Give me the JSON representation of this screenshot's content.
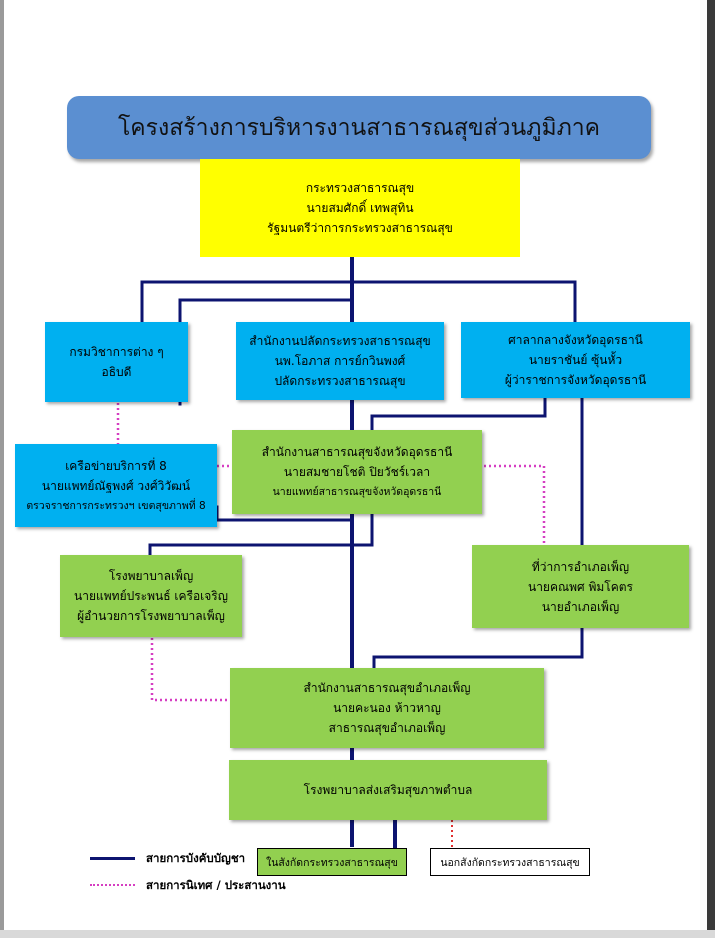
{
  "title": "โครงสร้างการบริหารงานสาธารณสุขส่วนภูมิภาค",
  "ministry": {
    "name": "กระทรวงสาธารณสุข",
    "person": "นายสมศักดิ์  เทพสุทิน",
    "position": "รัฐมนตรีว่าการกระทรวงสาธารณสุข"
  },
  "departments": {
    "line1": "กรมวิชาการต่าง ๆ",
    "line2": "อธิบดี"
  },
  "permanent_secretary": {
    "name": "สำนักงานปลัดกระทรวงสาธารณสุข",
    "person": "นพ.โอภาส การย์กวินพงศ์",
    "position": "ปลัดกระทรวงสาธารณสุข"
  },
  "provincial_hall": {
    "name": "ศาลากลางจังหวัดอุดรธานี",
    "person": "นายราชันย์ ซุ้นหั้ว",
    "position": "ผู้ว่าราชการจังหวัดอุดรธานี"
  },
  "health_network": {
    "name": "เครือข่ายบริการที่ 8",
    "person": "นายแพทย์ณัฐพงศ์ วงศ์วิวัฒน์",
    "position": "ตรวจราชการกระทรวงฯ เขตสุขภาพที่ 8"
  },
  "provincial_health_office": {
    "name": "สำนักงานสาธารณสุขจังหวัดอุดรธานี",
    "person": "นายสมชายโชติ  ปิยวัชร์เวลา",
    "position": "นายแพทย์สาธารณสุขจังหวัดอุดรธานี"
  },
  "hospital": {
    "name": "โรงพยาบาลเพ็ญ",
    "person": "นายแพทย์ประพนธ์  เครือเจริญ",
    "position": "ผู้อำนวยการโรงพยาบาลเพ็ญ"
  },
  "district_office": {
    "name": "ที่ว่าการอำเภอเพ็ญ",
    "person": "นายคณพศ  พิมโคตร",
    "position": "นายอำเภอเพ็ญ"
  },
  "district_health_office": {
    "name": "สำนักงานสาธารณสุขอำเภอเพ็ญ",
    "person": "นายคะนอง  ห้าวหาญ",
    "position": "สาธารณสุขอำเภอเพ็ญ"
  },
  "subdistrict_hospital": {
    "name": "โรงพยาบาลส่งเสริมสุขภาพตำบล"
  },
  "legend": {
    "command_line": "สายการบังคับบัญชา",
    "coordination_line": "สายการนิเทศ / ประสานงาน",
    "inside_ministry": "ในสังกัดกระทรวงสาธารณสุข",
    "outside_ministry": "นอกสังกัดกระทรวงสาธารณสุข"
  },
  "colors": {
    "command_line": "#0d1470",
    "coordination_line": "#d63ec2",
    "title_fill": "#5b8fd1",
    "ministry_fill": "#ffff00",
    "blue_box": "#00b0f0",
    "green_box": "#92d050",
    "red_dotted": "#e03030"
  }
}
